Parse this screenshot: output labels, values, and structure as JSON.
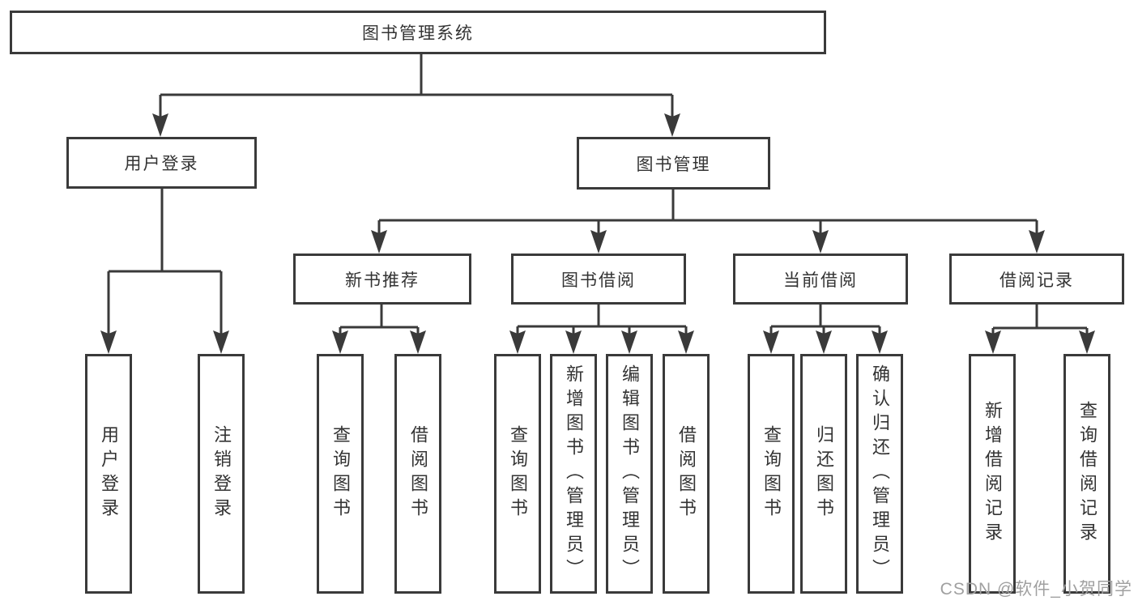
{
  "colors": {
    "line": "#3a3a3a",
    "text": "#333333",
    "background": "#ffffff",
    "watermark_color": "#a0a0a0"
  },
  "watermark": {
    "text": "CSDN @软件_小贺同学"
  },
  "tree": {
    "root": {
      "label": "图书管理系统",
      "children": [
        {
          "label": "用户登录",
          "children": [
            {
              "label": "用户登录"
            },
            {
              "label": "注销登录"
            }
          ]
        },
        {
          "label": "图书管理",
          "children": [
            {
              "label": "新书推荐",
              "children": [
                {
                  "label": "查询图书"
                },
                {
                  "label": "借阅图书"
                }
              ]
            },
            {
              "label": "图书借阅",
              "children": [
                {
                  "label": "查询图书"
                },
                {
                  "label": "新增图书（管理员）"
                },
                {
                  "label": "编辑图书（管理员）"
                },
                {
                  "label": "借阅图书"
                }
              ]
            },
            {
              "label": "当前借阅",
              "children": [
                {
                  "label": "查询图书"
                },
                {
                  "label": "归还图书"
                },
                {
                  "label": "确认归还（管理员）"
                }
              ]
            },
            {
              "label": "借阅记录",
              "children": [
                {
                  "label": "新增借阅记录"
                },
                {
                  "label": "查询借阅记录"
                }
              ]
            }
          ]
        }
      ]
    }
  }
}
